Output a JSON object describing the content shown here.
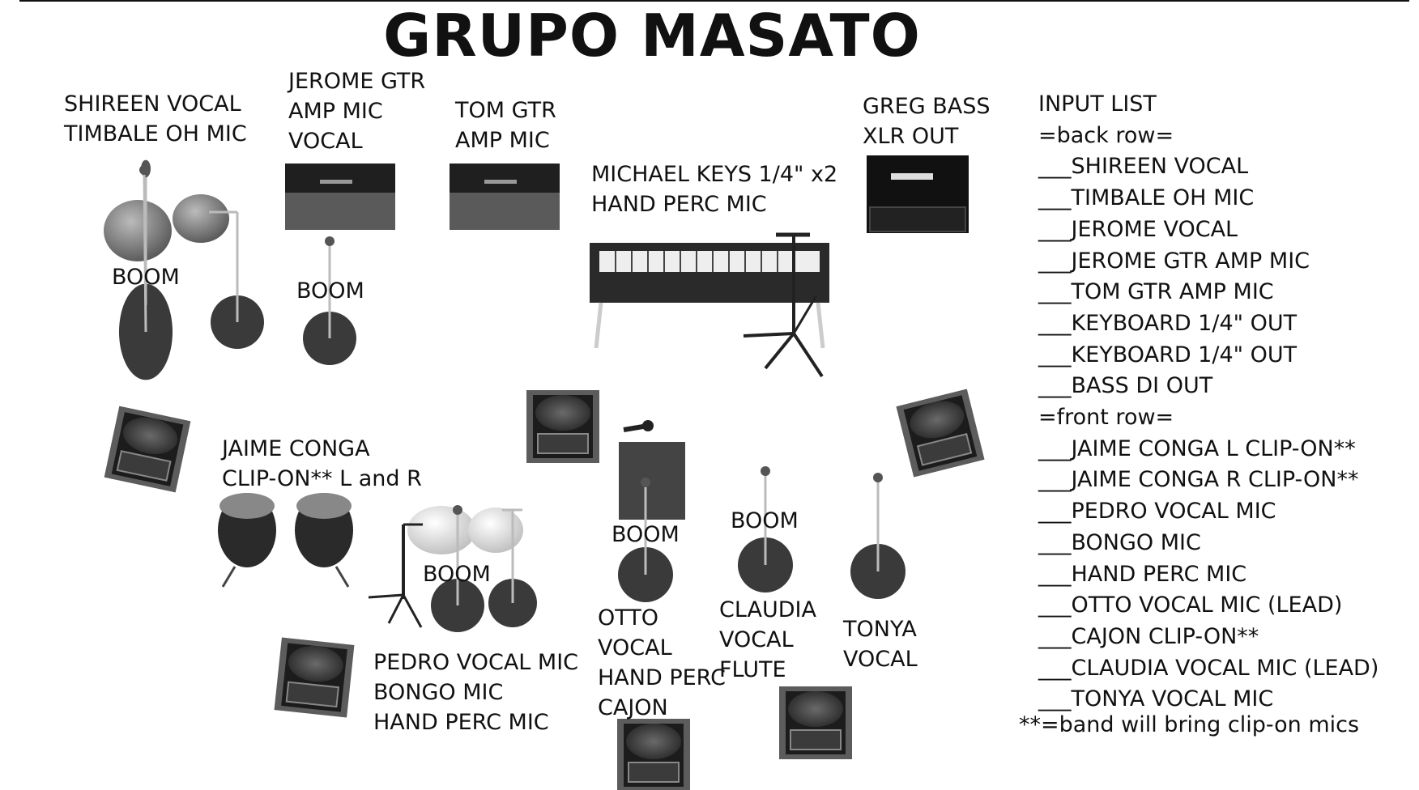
{
  "title": "GRUPO MASATO",
  "labels": {
    "shireen": [
      "SHIREEN VOCAL",
      "TIMBALE OH MIC"
    ],
    "jerome": [
      "JEROME GTR",
      "AMP MIC",
      "VOCAL"
    ],
    "tom": [
      "TOM GTR",
      "AMP MIC"
    ],
    "michael": [
      "MICHAEL KEYS 1/4\" x2",
      "HAND PERC MIC"
    ],
    "greg": [
      "GREG BASS",
      "XLR OUT"
    ],
    "jaime": [
      "JAIME CONGA",
      "CLIP-ON** L and R"
    ],
    "pedro": [
      "PEDRO VOCAL MIC",
      "BONGO MIC",
      "HAND PERC MIC"
    ],
    "otto": [
      "OTTO",
      "VOCAL",
      "HAND PERC",
      "CAJON"
    ],
    "claudia": [
      "CLAUDIA",
      "VOCAL",
      "FLUTE"
    ],
    "tonya": [
      "TONYA",
      "VOCAL"
    ]
  },
  "boom_label": "BOOM",
  "input_list": {
    "heading": "INPUT LIST",
    "back_row_label": "=back row=",
    "back_row": [
      "___SHIREEN VOCAL",
      "___TIMBALE OH MIC",
      "___JEROME VOCAL",
      "___JEROME GTR AMP MIC",
      "___TOM GTR AMP MIC",
      "___KEYBOARD 1/4\" OUT",
      "___KEYBOARD 1/4\" OUT",
      "___BASS DI OUT"
    ],
    "front_row_label": "=front row=",
    "front_row": [
      "___JAIME CONGA L CLIP-ON**",
      "___JAIME CONGA R CLIP-ON**",
      "___PEDRO VOCAL MIC",
      "___BONGO MIC",
      "___HAND PERC MIC",
      "___OTTO VOCAL MIC (LEAD)",
      "___CAJON CLIP-ON**",
      "___CLAUDIA VOCAL MIC (LEAD)",
      "___TONYA VOCAL MIC"
    ]
  },
  "footnote": "**=band will bring clip-on mics"
}
